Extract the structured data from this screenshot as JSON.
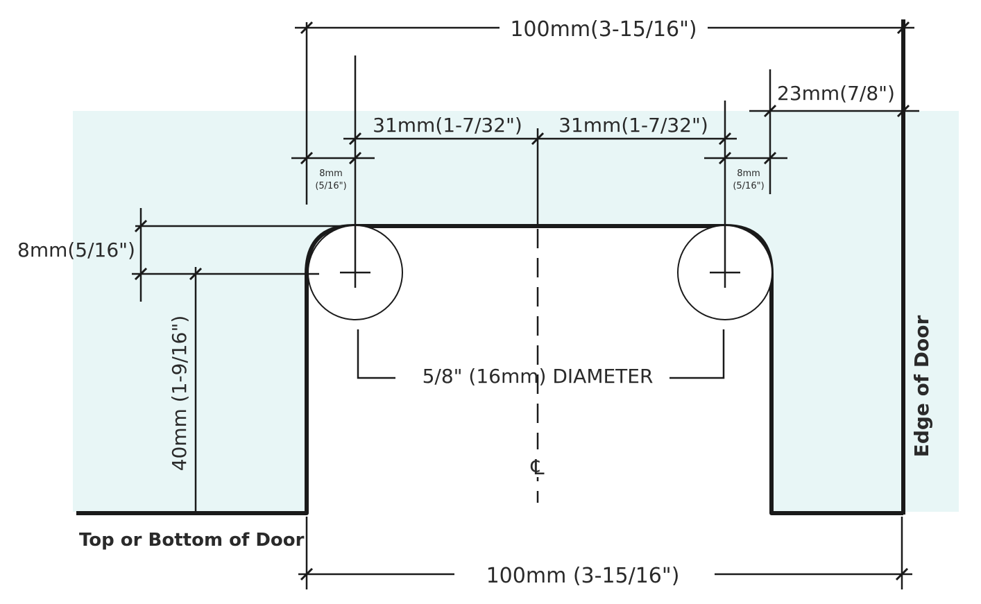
{
  "colors": {
    "glass_panel": "#e8f6f6",
    "lines": "#1a1a1a"
  },
  "labels": {
    "top_width": "100mm(3-15/16\")",
    "bottom_width": "100mm (3-15/16\")",
    "left_hole_offset": "31mm(1-7/32\")",
    "right_hole_offset": "31mm(1-7/32\")",
    "edge_offset": "23mm(7/8\")",
    "left_small_top": "8mm",
    "left_small_bottom": "(5/16\")",
    "right_small_top": "8mm",
    "right_small_bottom": "(5/16\")",
    "left_vertical_offset": "8mm(5/16\")",
    "height": "40mm (1-9/16\")",
    "hole_diameter": "5/8\" (16mm) DIAMETER",
    "centerline_symbol": "℄",
    "top_or_bottom": "Top or Bottom of Door",
    "edge_of_door": "Edge of Door"
  }
}
